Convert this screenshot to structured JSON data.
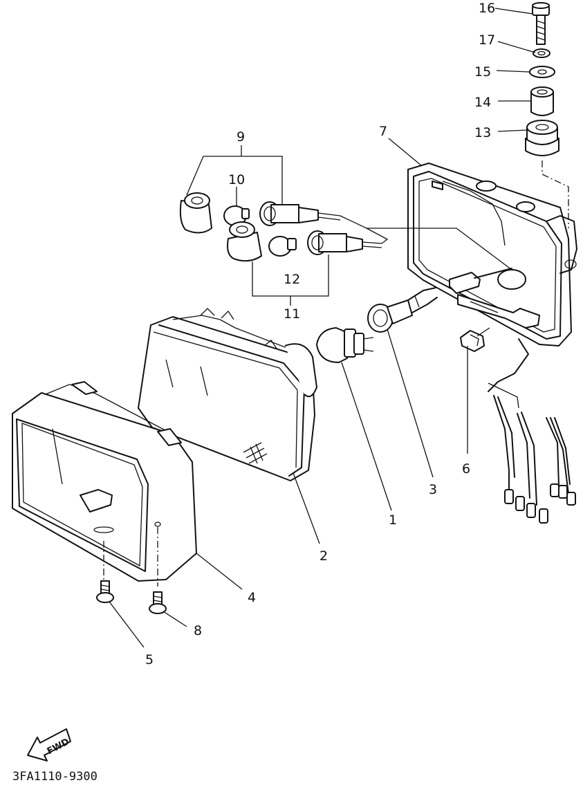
{
  "callouts": [
    {
      "id": "1",
      "label": "1"
    },
    {
      "id": "2",
      "label": "2"
    },
    {
      "id": "3",
      "label": "3"
    },
    {
      "id": "4",
      "label": "4"
    },
    {
      "id": "5",
      "label": "5"
    },
    {
      "id": "6",
      "label": "6"
    },
    {
      "id": "7",
      "label": "7"
    },
    {
      "id": "8",
      "label": "8"
    },
    {
      "id": "9",
      "label": "9"
    },
    {
      "id": "10",
      "label": "10"
    },
    {
      "id": "11",
      "label": "11"
    },
    {
      "id": "12",
      "label": "12"
    },
    {
      "id": "13",
      "label": "13"
    },
    {
      "id": "14",
      "label": "14"
    },
    {
      "id": "15",
      "label": "15"
    },
    {
      "id": "16",
      "label": "16"
    },
    {
      "id": "17",
      "label": "17"
    }
  ],
  "direction_marker": {
    "label": "FWD",
    "icon": "fwd-arrow-icon"
  },
  "drawing_code": "3FA1110-9300"
}
